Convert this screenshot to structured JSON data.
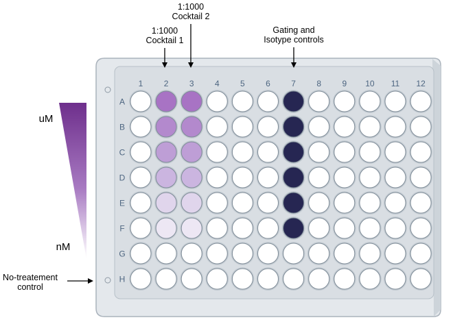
{
  "annotations": {
    "cocktail1": {
      "line1": "1:1000",
      "line2": "Cocktail 1"
    },
    "cocktail2": {
      "line1": "1:1000",
      "line2": "Cocktail 2"
    },
    "controls": {
      "line1": "Gating and",
      "line2": "Isotype controls"
    },
    "no_treatment": {
      "line1": "No-treatement",
      "line2": "control"
    }
  },
  "gradient": {
    "top_label": "uM",
    "bottom_label": "nM",
    "color": "#7b3f99"
  },
  "plate": {
    "columns": [
      "1",
      "2",
      "3",
      "4",
      "5",
      "6",
      "7",
      "8",
      "9",
      "10",
      "11",
      "12"
    ],
    "rows": [
      "A",
      "B",
      "C",
      "D",
      "E",
      "F",
      "G",
      "H"
    ],
    "empty_well_color": "#ffffff",
    "control_well_color": "#262652",
    "dilution_colors": [
      "#a873c4",
      "#b389cd",
      "#be9ed6",
      "#cbb5e0",
      "#e0d5ec",
      "#ede7f4"
    ],
    "treated_columns": [
      "2",
      "3"
    ],
    "control_column": "7",
    "treated_rows": [
      "A",
      "B",
      "C",
      "D",
      "E",
      "F"
    ]
  },
  "colors": {
    "plate_fill": "#e4e8ec",
    "plate_inner": "#d4dae0",
    "plate_stroke": "#aab3bc",
    "label_color": "#4d6580",
    "well_stroke": "#7d8a96"
  }
}
